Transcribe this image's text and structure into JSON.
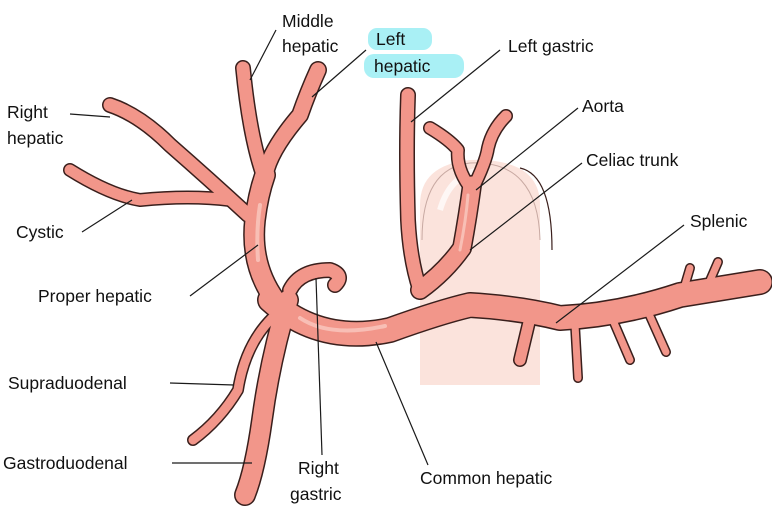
{
  "diagram": {
    "colors": {
      "vessel_fill": "#f2968a",
      "vessel_outline": "#3a1f1c",
      "aorta_fill": "#fbe3dc",
      "highlight": "#a9f0f5",
      "text": "#111111"
    },
    "labels": {
      "middle_hepatic_1": "Middle",
      "middle_hepatic_2": "hepatic",
      "left_hepatic_1": "Left",
      "left_hepatic_2": "hepatic",
      "left_gastric": "Left gastric",
      "right_hepatic_1": "Right",
      "right_hepatic_2": "hepatic",
      "aorta": "Aorta",
      "celiac_trunk": "Celiac trunk",
      "cystic": "Cystic",
      "splenic": "Splenic",
      "proper_hepatic": "Proper hepatic",
      "supraduodenal": "Supraduodenal",
      "gastroduodenal": "Gastroduodenal",
      "right_gastric_1": "Right",
      "right_gastric_2": "gastric",
      "common_hepatic": "Common hepatic"
    }
  }
}
